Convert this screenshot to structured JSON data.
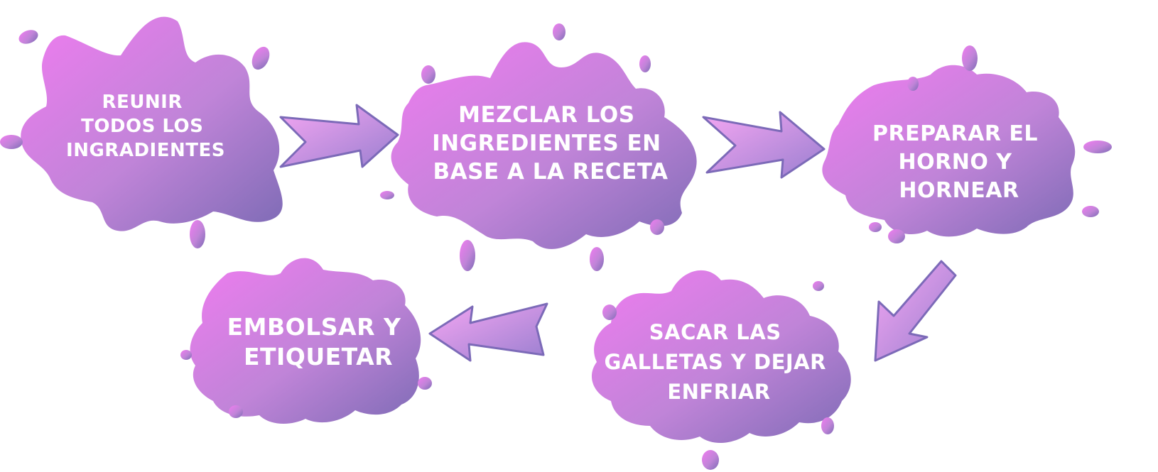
{
  "steps": [
    {
      "id": "step-1",
      "lines": [
        "REUNIR",
        "TODOS LOS",
        "INGRADIENTES"
      ]
    },
    {
      "id": "step-2",
      "lines": [
        "MEZCLAR LOS",
        "INGREDIENTES EN",
        "BASE A LA RECETA"
      ]
    },
    {
      "id": "step-3",
      "lines": [
        "PREPARAR EL",
        "HORNO Y",
        "HORNEAR"
      ]
    },
    {
      "id": "step-4",
      "lines": [
        "SACAR LAS",
        "GALLETAS Y DEJAR",
        "ENFRIAR"
      ]
    },
    {
      "id": "step-5",
      "lines": [
        "EMBOLSAR Y",
        "ETIQUETAR"
      ]
    }
  ],
  "colors": {
    "splash_light": "#f07cf0",
    "splash_mid": "#c47fd9",
    "splash_dark": "#7d6bb5",
    "text": "#ffffff"
  }
}
